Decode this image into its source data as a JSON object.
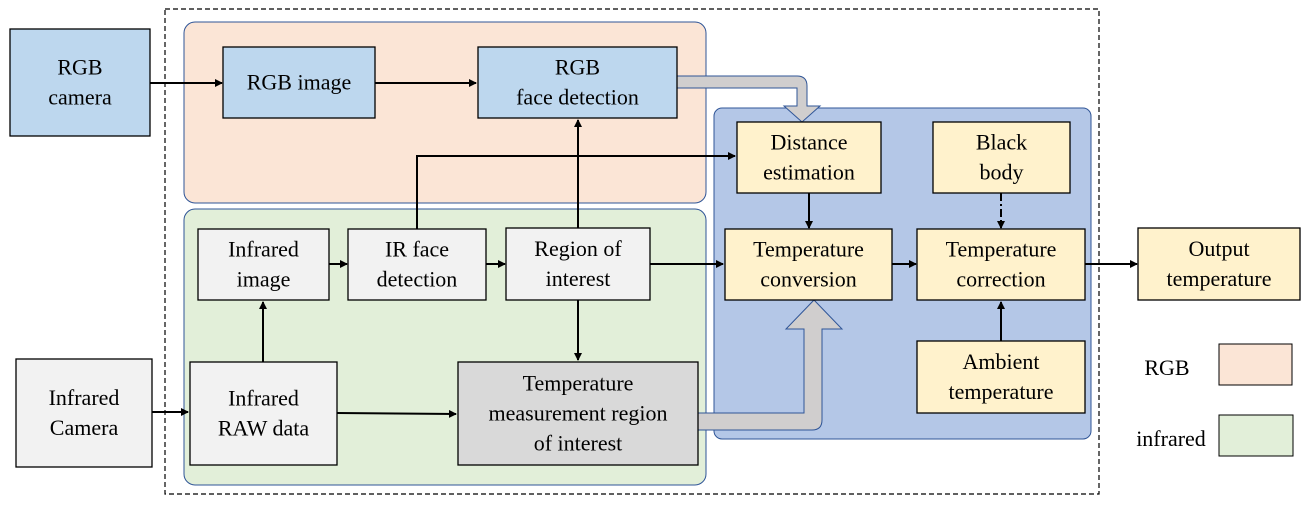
{
  "colors": {
    "rgb_region": "#fbe5d6",
    "infrared_region": "#e2efd9",
    "processing_region": "#b4c7e7",
    "region_border": "#2f5597",
    "rgb_node": "#bdd7ee",
    "infrared_node": "#f2f2f2",
    "measurement_node": "#d9d9d9",
    "processing_node": "#fff2cc",
    "fat_arrow": "#d0cece"
  },
  "nodes": {
    "rgb_camera": [
      "RGB",
      "camera"
    ],
    "rgb_image": [
      "RGB image"
    ],
    "rgb_face_detection": [
      "RGB",
      "face detection"
    ],
    "infrared_camera": [
      "Infrared",
      "Camera"
    ],
    "infrared_raw_data": [
      "Infrared",
      "RAW data"
    ],
    "infrared_image": [
      "Infrared",
      "image"
    ],
    "ir_face_detection": [
      "IR face",
      "detection"
    ],
    "region_of_interest": [
      "Region of",
      "interest"
    ],
    "temp_measurement_roi": [
      "Temperature",
      "measurement region",
      "of interest"
    ],
    "distance_estimation": [
      "Distance",
      "estimation"
    ],
    "black_body": [
      "Black",
      "body"
    ],
    "temperature_conversion": [
      "Temperature",
      "conversion"
    ],
    "temperature_correction": [
      "Temperature",
      "correction"
    ],
    "ambient_temperature": [
      "Ambient",
      "temperature"
    ],
    "output_temperature": [
      "Output",
      "temperature"
    ]
  },
  "legend": {
    "items": [
      {
        "label": "RGB",
        "color_key": "rgb_region"
      },
      {
        "label": "infrared",
        "color_key": "infrared_region"
      }
    ]
  }
}
